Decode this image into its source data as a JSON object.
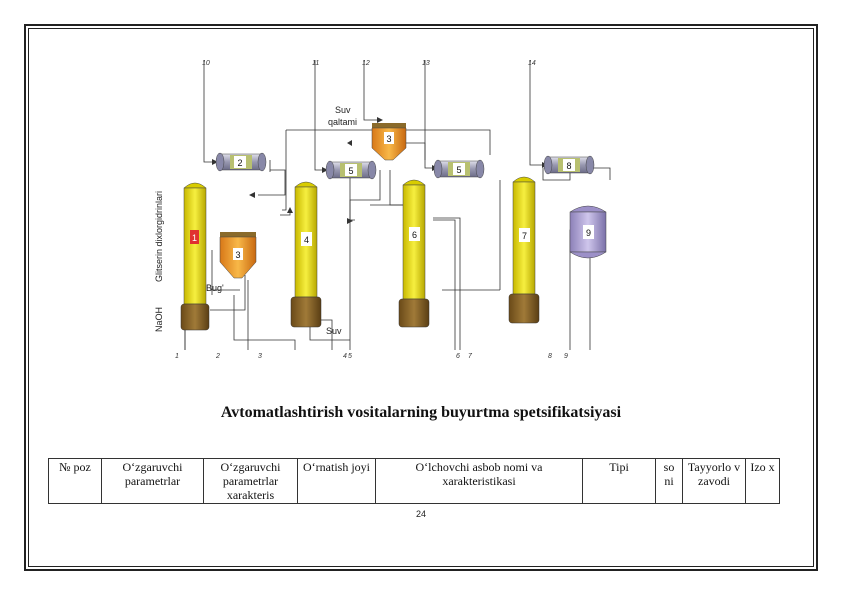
{
  "diagram": {
    "equipment_numbers": [
      "1",
      "2",
      "3",
      "4",
      "5",
      "6",
      "5",
      "3",
      "7",
      "8",
      "9"
    ],
    "stream_labels": {
      "water_condenser": [
        "Suv",
        "qaltami"
      ],
      "glycerin_distillates": "Glitserin dixlorgidrinlari",
      "steam": "Bug'",
      "naoh": "NaOH",
      "water": "Suv"
    },
    "top_point_numbers": [
      "10",
      "11",
      "12",
      "13",
      "14"
    ],
    "bottom_point_numbers": [
      "1",
      "2",
      "3",
      "4",
      "5",
      "6",
      "7",
      "8",
      "9"
    ]
  },
  "heading": "Avtomatlashtirish vositalarning buyurtma spetsifikatsiyasi",
  "table": {
    "headers": [
      "№ poz",
      "O‘zgaruvchi parametrlar",
      "O‘zgaruvchi parametrlar xarakteris",
      "O‘rnatish joyi",
      "O‘lchovchi asbob nomi va xarakteristikasi",
      "Tipi",
      "so ni",
      "Tayyorlo v zavodi",
      "Izo x"
    ]
  },
  "page_number": "24",
  "colors": {
    "column_yellow": "#f2ea1e",
    "column_base": "#8a6a2a",
    "condenser_grey": "#b8b8c8",
    "hopper_orange": "#f0a030",
    "receiver_lilac": "#b4a8d8"
  }
}
